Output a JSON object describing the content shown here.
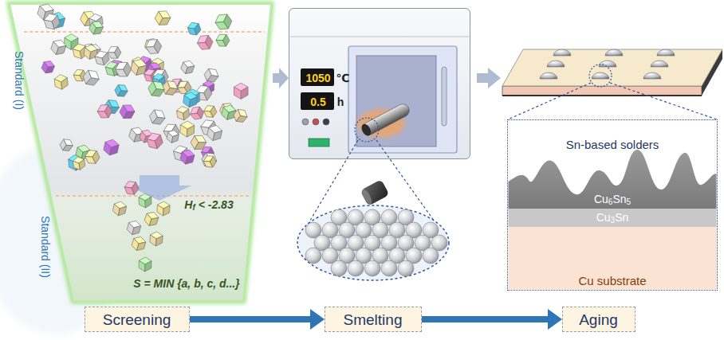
{
  "diagram": {
    "nodes": [
      {
        "text": [
          "Standard (I)",
          "Hf < -2.83",
          "Standard (II)",
          "S = MIN {a, b, c, d...}"
        ]
      },
      {
        "text": [
          "1050",
          "℃",
          "0.5",
          "h"
        ]
      },
      {
        "text": [
          "Sn-based solders",
          "Cu6Sn5",
          "Cu3Sn",
          "Cu substrate"
        ]
      },
      {
        "text": [
          "Screening"
        ]
      },
      {
        "text": [
          "Smelting"
        ]
      },
      {
        "text": [
          "Aging"
        ]
      }
    ],
    "edges": [
      {
        "from": 0,
        "to": 1,
        "arrow": "to"
      },
      {
        "from": 3,
        "to": 4,
        "arrow": "to"
      },
      {
        "from": 4,
        "to": 5,
        "arrow": "to"
      }
    ]
  }
}
